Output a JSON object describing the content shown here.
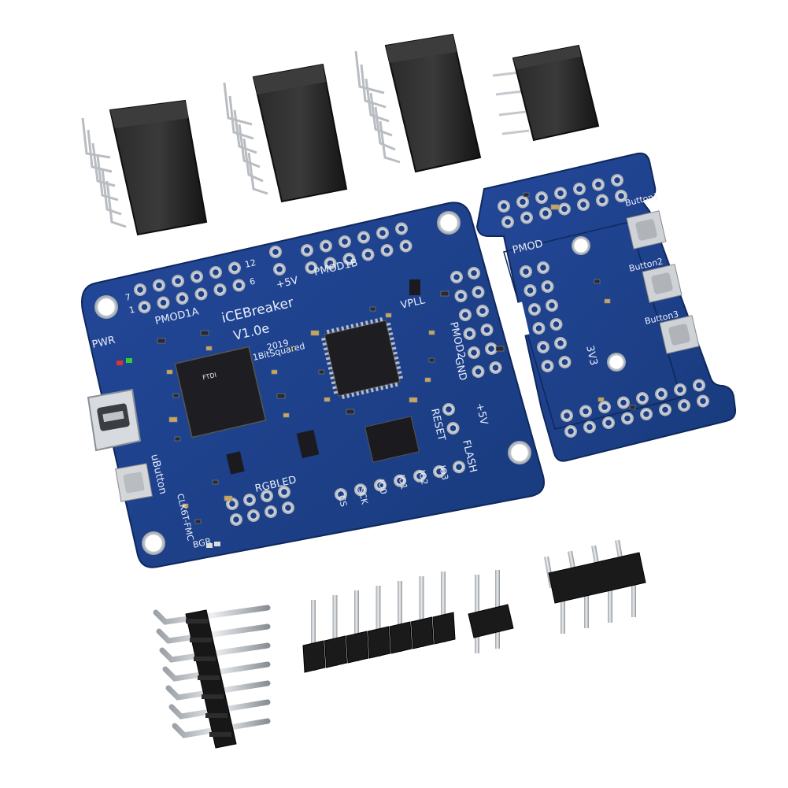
{
  "photo": {
    "board_name": "iCEBreaker",
    "version": "V1.0e",
    "year": "2019",
    "credit": "1BitSquared",
    "colors": {
      "background": "#ffffff",
      "pcb": "#1d3f86",
      "pcb_dark": "#142e66",
      "pad": "#c8ccd2",
      "header_plastic": "#1b1b1b",
      "pin_metal": "#cfd2d6"
    }
  },
  "labels": {
    "pwr": "PWR",
    "ubutton": "uButton",
    "pmod1a": "PMOD1A",
    "pmod1b": "PMOD1B",
    "pmod2": "PMOD2",
    "pmod": "PMOD",
    "plus5v_top": "+5V",
    "plus5v_mid": "+5V",
    "vpll": "VPLL",
    "gnd": "GND",
    "v33": "3V3",
    "reset": "RESET",
    "flash": "FLASH",
    "rgbled": "RGBLED",
    "cs": "CS",
    "sck": "SCK",
    "io0": "IO0",
    "io1": "IO1",
    "io2": "IO2",
    "io3": "IO3",
    "button1": "Button1",
    "button2": "Button2",
    "button3": "Button3",
    "clk": "CLK6T-FMC",
    "bgr": "BGR",
    "n7": "7",
    "n1": "1",
    "n12": "12",
    "n6": "6",
    "ftdi": "FTDI"
  }
}
